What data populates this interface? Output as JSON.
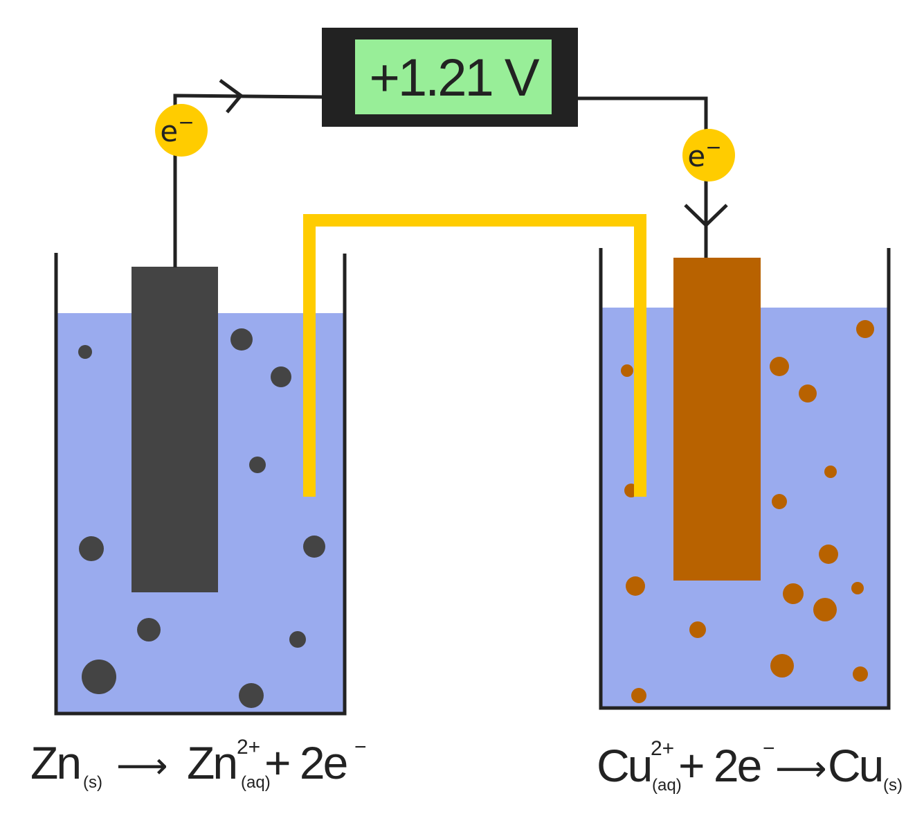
{
  "voltmeter": {
    "reading": "+1.21 V",
    "display_color": "#98EE98",
    "body_color": "#222222"
  },
  "electron_label": {
    "base": "e",
    "charge": "−"
  },
  "colors": {
    "solution": "#9AABEE",
    "zinc": "#444444",
    "copper": "#B86200",
    "salt_bridge": "#FFCC00",
    "electron": "#FFCC00"
  },
  "left_equation": {
    "reactant": "Zn",
    "reactant_state": "(s)",
    "arrow": "⟶",
    "product": "Zn",
    "product_charge": "2+",
    "product_state": "(aq)",
    "plus": " + 2e",
    "electron_charge": "−"
  },
  "right_equation": {
    "reactant": "Cu",
    "reactant_charge": "2+",
    "reactant_state": "(aq)",
    "plus": " + 2e",
    "electron_charge": "−",
    "arrow": "⟶",
    "product": "Cu",
    "product_state": "(s)"
  }
}
